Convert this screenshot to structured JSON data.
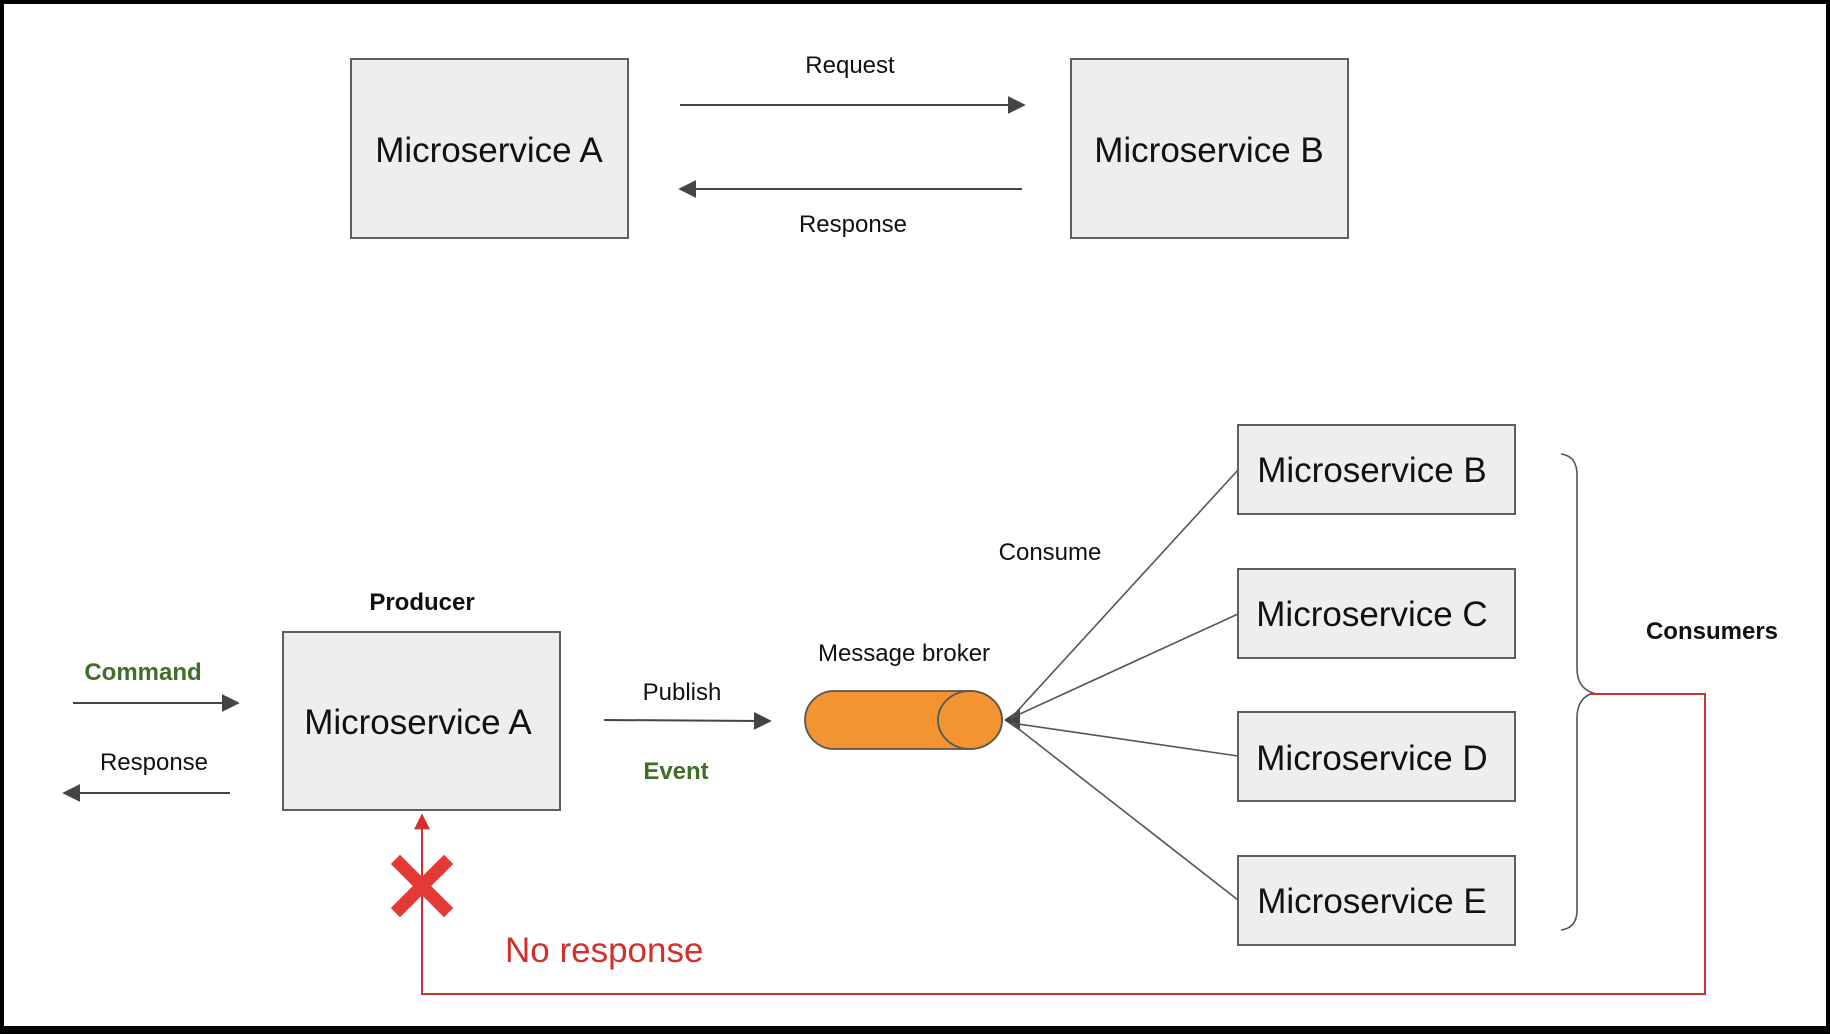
{
  "top": {
    "left_box": "Microservice A",
    "right_box": "Microservice B",
    "request_label": "Request",
    "response_label": "Response"
  },
  "bottom": {
    "producer_label": "Producer",
    "producer_box": "Microservice A",
    "command_label": "Command",
    "response_label": "Response",
    "publish_label": "Publish",
    "event_label": "Event",
    "broker_label": "Message broker",
    "consume_label": "Consume",
    "consumers": [
      "Microservice B",
      "Microservice C",
      "Microservice D",
      "Microservice E"
    ],
    "consumers_label": "Consumers",
    "no_response_label": "No response"
  },
  "colors": {
    "broker_fill": "#f39432",
    "green_text": "#3e6e27",
    "red_text": "#d0312d"
  },
  "icons": {
    "cross": "red-x-icon"
  }
}
